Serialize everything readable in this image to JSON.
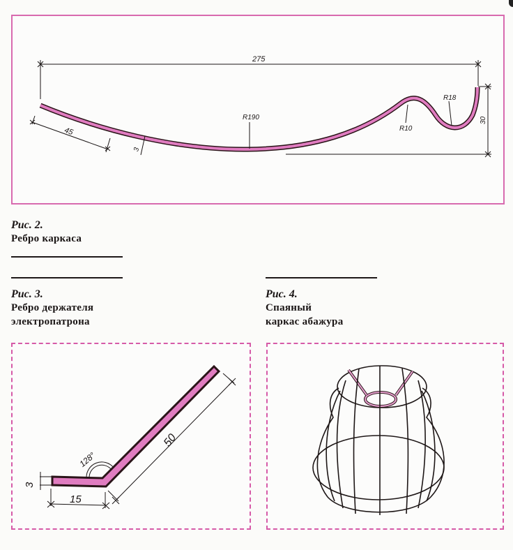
{
  "figures": [
    {
      "id": "fig2",
      "number_label": "Рис. 2.",
      "title_lines": [
        "Ребро каркаса"
      ],
      "dimensions": {
        "overall_length": "275",
        "left_segment": "45",
        "thickness": "3",
        "radius_main": "R190",
        "radius_crest": "R10",
        "radius_hook": "R18",
        "height": "30"
      }
    },
    {
      "id": "fig3",
      "number_label": "Рис. 3.",
      "title_lines": [
        "Ребро держателя",
        "электропатрона"
      ],
      "dimensions": {
        "angle": "128°",
        "long_arm": "50",
        "short_arm": "15",
        "thickness": "3"
      }
    },
    {
      "id": "fig4",
      "number_label": "Рис. 4.",
      "title_lines": [
        "Спаяный",
        "каркас абажура"
      ]
    }
  ],
  "colors": {
    "frame_border": "#d65aa8",
    "rib_fill": "#e07cc0",
    "ink": "#1a1515"
  }
}
